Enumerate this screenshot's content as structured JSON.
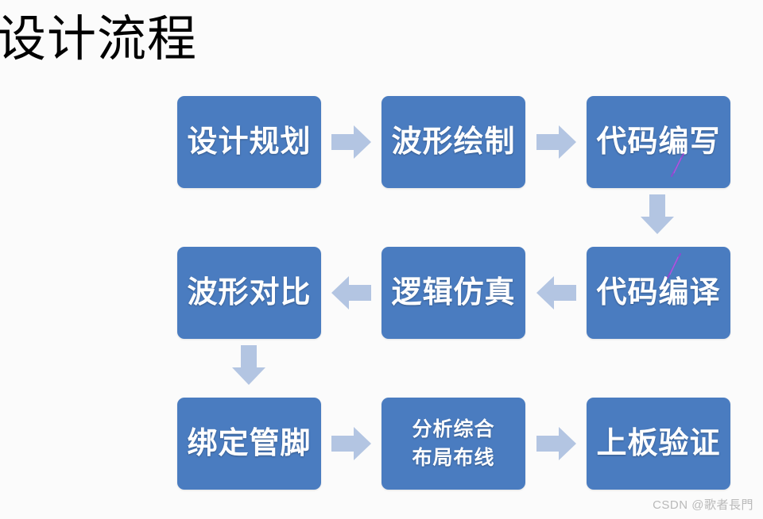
{
  "page": {
    "title": "设计流程",
    "background_color": "#fbfbfb",
    "box_color": "#4a7cc0",
    "arrow_color": "#b3c5e2",
    "text_color": "#ffffff",
    "pen_mark_color": "#9b3fd4"
  },
  "watermark": {
    "text": "CSDN @歌者長門"
  },
  "flow": {
    "rows": [
      {
        "row_index": 1,
        "direction": "right",
        "boxes": [
          {
            "id": "design-planning",
            "label": "设计规划",
            "lines": [
              "设计规划"
            ],
            "size": "big"
          },
          {
            "id": "waveform-drawing",
            "label": "波形绘制",
            "lines": [
              "波形绘制"
            ],
            "size": "big"
          },
          {
            "id": "code-writing",
            "label": "代码编写",
            "lines": [
              "代码编写"
            ],
            "size": "big"
          }
        ]
      },
      {
        "row_index": 2,
        "direction": "left",
        "boxes": [
          {
            "id": "waveform-compare",
            "label": "波形对比",
            "lines": [
              "波形对比"
            ],
            "size": "big"
          },
          {
            "id": "logic-simulation",
            "label": "逻辑仿真",
            "lines": [
              "逻辑仿真"
            ],
            "size": "big"
          },
          {
            "id": "code-compile",
            "label": "代码编译",
            "lines": [
              "代码编译"
            ],
            "size": "big"
          }
        ]
      },
      {
        "row_index": 3,
        "direction": "right",
        "boxes": [
          {
            "id": "bind-pins",
            "label": "绑定管脚",
            "lines": [
              "绑定管脚"
            ],
            "size": "big"
          },
          {
            "id": "synthesis-place-route",
            "label": "分析综合 布局布线",
            "lines": [
              "分析综合",
              "布局布线"
            ],
            "size": "small"
          },
          {
            "id": "board-verification",
            "label": "上板验证",
            "lines": [
              "上板验证"
            ],
            "size": "big"
          }
        ]
      }
    ],
    "connectors": [
      {
        "id": "r1-c1-to-c2",
        "icon": "arrow-right-icon",
        "direction": "right"
      },
      {
        "id": "r1-c2-to-c3",
        "icon": "arrow-right-icon",
        "direction": "right"
      },
      {
        "id": "c3-r1-to-r2",
        "icon": "arrow-down-icon",
        "direction": "down"
      },
      {
        "id": "r2-c3-to-c2",
        "icon": "arrow-left-icon",
        "direction": "left"
      },
      {
        "id": "r2-c2-to-c1",
        "icon": "arrow-left-icon",
        "direction": "left"
      },
      {
        "id": "c1-r2-to-r3",
        "icon": "arrow-down-icon",
        "direction": "down"
      },
      {
        "id": "r3-c1-to-c2",
        "icon": "arrow-right-icon",
        "direction": "right"
      },
      {
        "id": "r3-c2-to-c3",
        "icon": "arrow-right-icon",
        "direction": "right"
      }
    ]
  }
}
